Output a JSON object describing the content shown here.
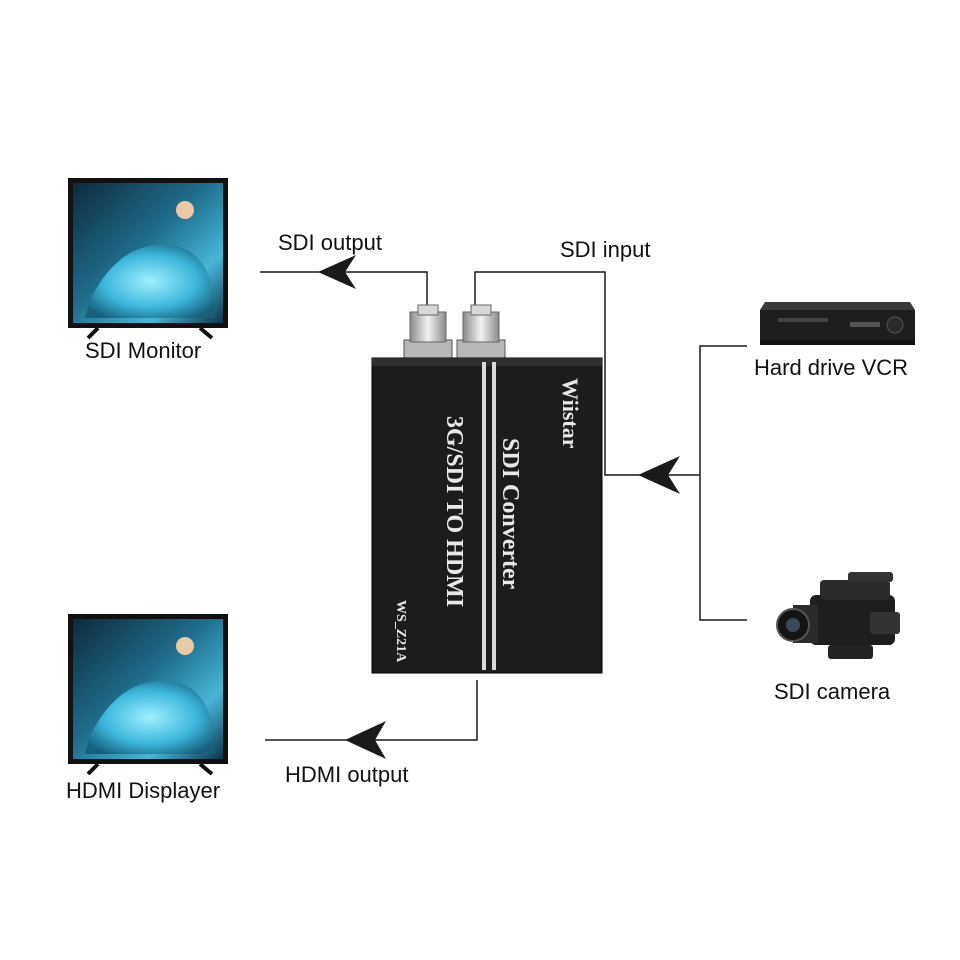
{
  "labels": {
    "sdi_output": "SDI output",
    "sdi_input": "SDI input",
    "sdi_monitor": "SDI Monitor",
    "hdmi_displayer": "HDMI Displayer",
    "hdmi_output": "HDMI output",
    "hard_drive_vcr": "Hard drive VCR",
    "sdi_camera": "SDI camera"
  },
  "converter": {
    "brand": "Wiistar",
    "title": "SDI Converter",
    "subtitle": "3G/SDI TO HDMI",
    "model": "WS_Z21A"
  },
  "colors": {
    "line": "#1a1a1a",
    "device_body": "#1c1c1c",
    "device_text": "#e8e8e8",
    "connector": "#c8c8c8",
    "screen_blue": "#3aa7c9",
    "screen_dark": "#0f2a3a"
  }
}
